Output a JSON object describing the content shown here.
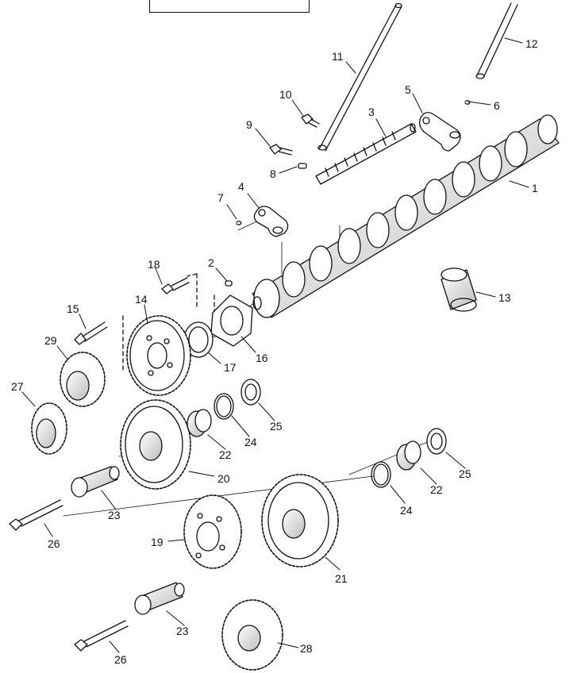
{
  "diagram": {
    "callouts": [
      {
        "id": "c1",
        "text": "1"
      },
      {
        "id": "c2",
        "text": "2"
      },
      {
        "id": "c3",
        "text": "3"
      },
      {
        "id": "c4",
        "text": "4"
      },
      {
        "id": "c5",
        "text": "5"
      },
      {
        "id": "c6",
        "text": "6"
      },
      {
        "id": "c7",
        "text": "7"
      },
      {
        "id": "c8",
        "text": "8"
      },
      {
        "id": "c9",
        "text": "9"
      },
      {
        "id": "c10",
        "text": "10"
      },
      {
        "id": "c11",
        "text": "11"
      },
      {
        "id": "c12",
        "text": "12"
      },
      {
        "id": "c13",
        "text": "13"
      },
      {
        "id": "c14",
        "text": "14"
      },
      {
        "id": "c15",
        "text": "15"
      },
      {
        "id": "c16",
        "text": "16"
      },
      {
        "id": "c17",
        "text": "17"
      },
      {
        "id": "c18",
        "text": "18"
      },
      {
        "id": "c19",
        "text": "19"
      },
      {
        "id": "c20",
        "text": "20"
      },
      {
        "id": "c21",
        "text": "21"
      },
      {
        "id": "c22a",
        "text": "22"
      },
      {
        "id": "c22b",
        "text": "22"
      },
      {
        "id": "c23a",
        "text": "23"
      },
      {
        "id": "c23b",
        "text": "23"
      },
      {
        "id": "c24a",
        "text": "24"
      },
      {
        "id": "c24b",
        "text": "24"
      },
      {
        "id": "c25a",
        "text": "25"
      },
      {
        "id": "c25b",
        "text": "25"
      },
      {
        "id": "c26a",
        "text": "26"
      },
      {
        "id": "c26b",
        "text": "26"
      },
      {
        "id": "c27",
        "text": "27"
      },
      {
        "id": "c28",
        "text": "28"
      },
      {
        "id": "c29",
        "text": "29"
      }
    ]
  },
  "colors": {
    "ink": "#111111",
    "paper": "#ffffff",
    "shade": "#c8c8c8"
  }
}
